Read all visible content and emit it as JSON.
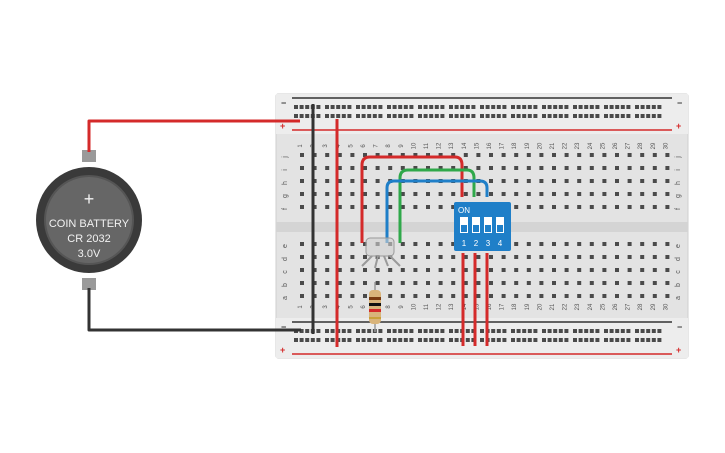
{
  "battery": {
    "plus_symbol": "+",
    "line1": "COIN BATTERY",
    "line2": "CR 2032",
    "line3": "3.0V"
  },
  "dip_switch": {
    "on_label": "ON",
    "numbers": [
      "1",
      "2",
      "3",
      "4"
    ]
  },
  "breadboard": {
    "rail_minus": "−",
    "rail_plus": "+",
    "top_rows": [
      "j",
      "i",
      "h",
      "g",
      "f"
    ],
    "bottom_rows": [
      "e",
      "d",
      "c",
      "b",
      "a"
    ],
    "columns": [
      "1",
      "2",
      "3",
      "4",
      "5",
      "6",
      "7",
      "8",
      "9",
      "10",
      "11",
      "12",
      "13",
      "14",
      "15",
      "16",
      "17",
      "18",
      "19",
      "20",
      "21",
      "22",
      "23",
      "24",
      "25",
      "26",
      "27",
      "28",
      "29",
      "30"
    ]
  },
  "colors": {
    "red_wire": "#d42a2a",
    "green_wire": "#2fa84a",
    "blue_wire": "#1f7fc8",
    "black_wire": "#333333",
    "dip_body": "#1f7fc8",
    "battery_body": "#3a3a3a"
  }
}
